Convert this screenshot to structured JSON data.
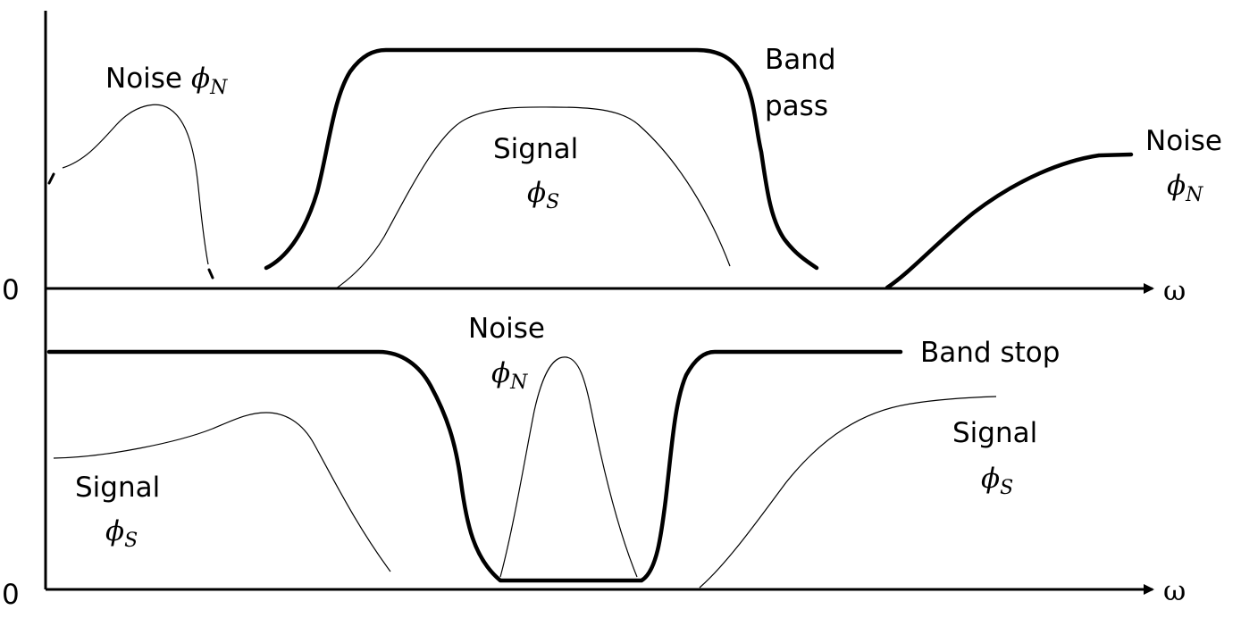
{
  "axes": {
    "zero_label": "0",
    "x_label": "ω"
  },
  "band_pass": {
    "label_line1": "Band",
    "label_line2": "pass",
    "noise_left": {
      "word": "Noise",
      "symbol": "ϕ",
      "subscript": "N"
    },
    "signal": {
      "word": "Signal",
      "symbol": "ϕ",
      "subscript": "S"
    },
    "noise_right": {
      "word": "Noise",
      "symbol": "ϕ",
      "subscript": "N"
    }
  },
  "band_stop": {
    "label": "Band stop",
    "noise": {
      "word": "Noise",
      "symbol": "ϕ",
      "subscript": "N"
    },
    "signal_left": {
      "word": "Signal",
      "symbol": "ϕ",
      "subscript": "S"
    },
    "signal_right": {
      "word": "Signal",
      "symbol": "ϕ",
      "subscript": "S"
    }
  },
  "colors": {
    "ink": "#000000",
    "background": "#ffffff"
  }
}
